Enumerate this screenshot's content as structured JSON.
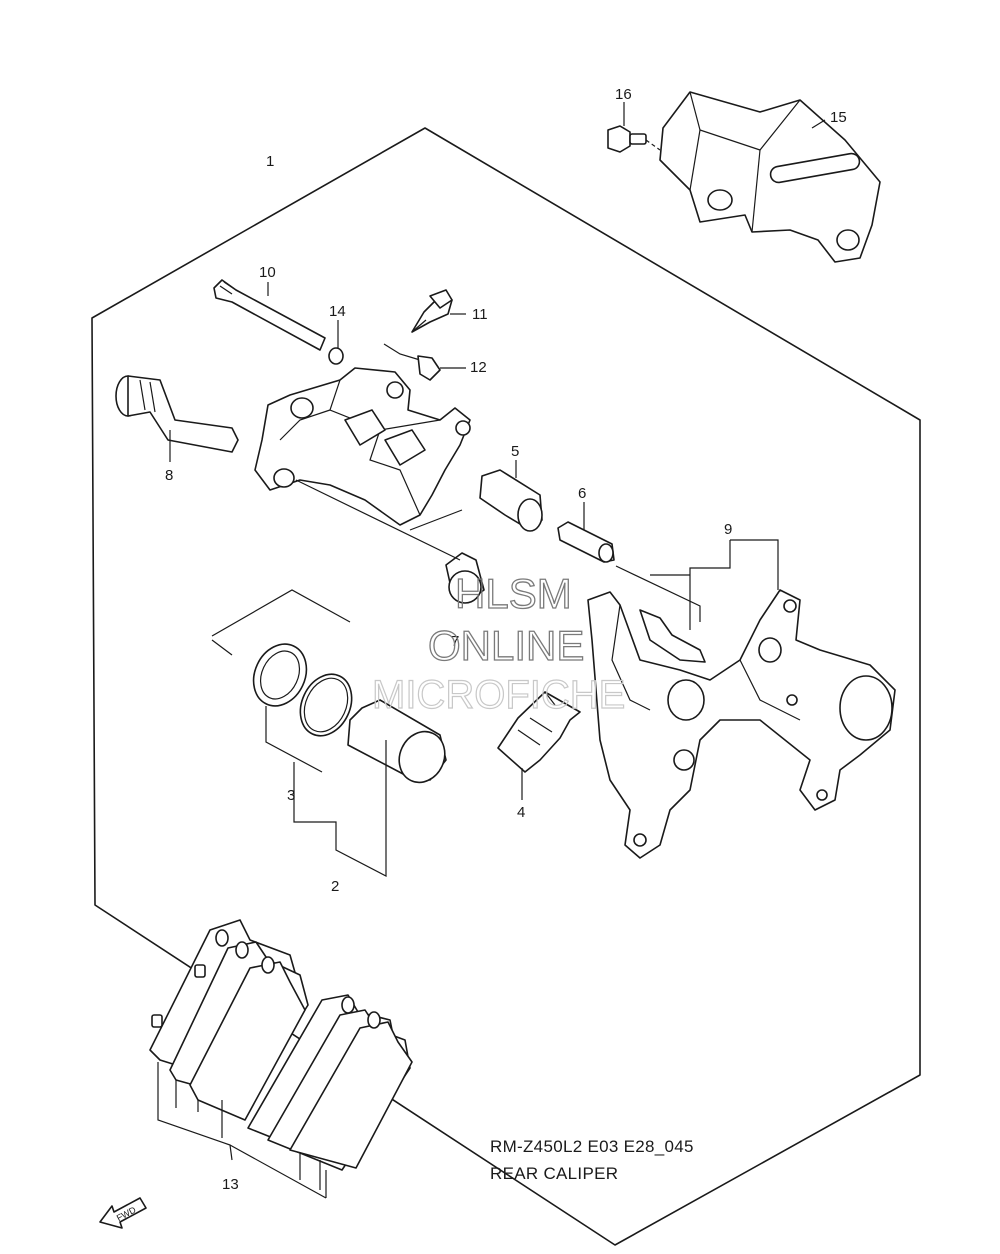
{
  "callouts": {
    "c1": "1",
    "c2": "2",
    "c3": "3",
    "c4": "4",
    "c5": "5",
    "c6": "6",
    "c7": "7",
    "c8": "8",
    "c9": "9",
    "c10": "10",
    "c11": "11",
    "c12": "12",
    "c13": "13",
    "c14": "14",
    "c15": "15",
    "c16": "16"
  },
  "caption": {
    "model_code": "RM-Z450L2 E03 E28_045",
    "title": "REAR CALIPER"
  },
  "watermark": {
    "line1": "HLSM",
    "line2": "ONLINE",
    "line3": "MICROFICHE"
  },
  "fwd_label": "FWD"
}
